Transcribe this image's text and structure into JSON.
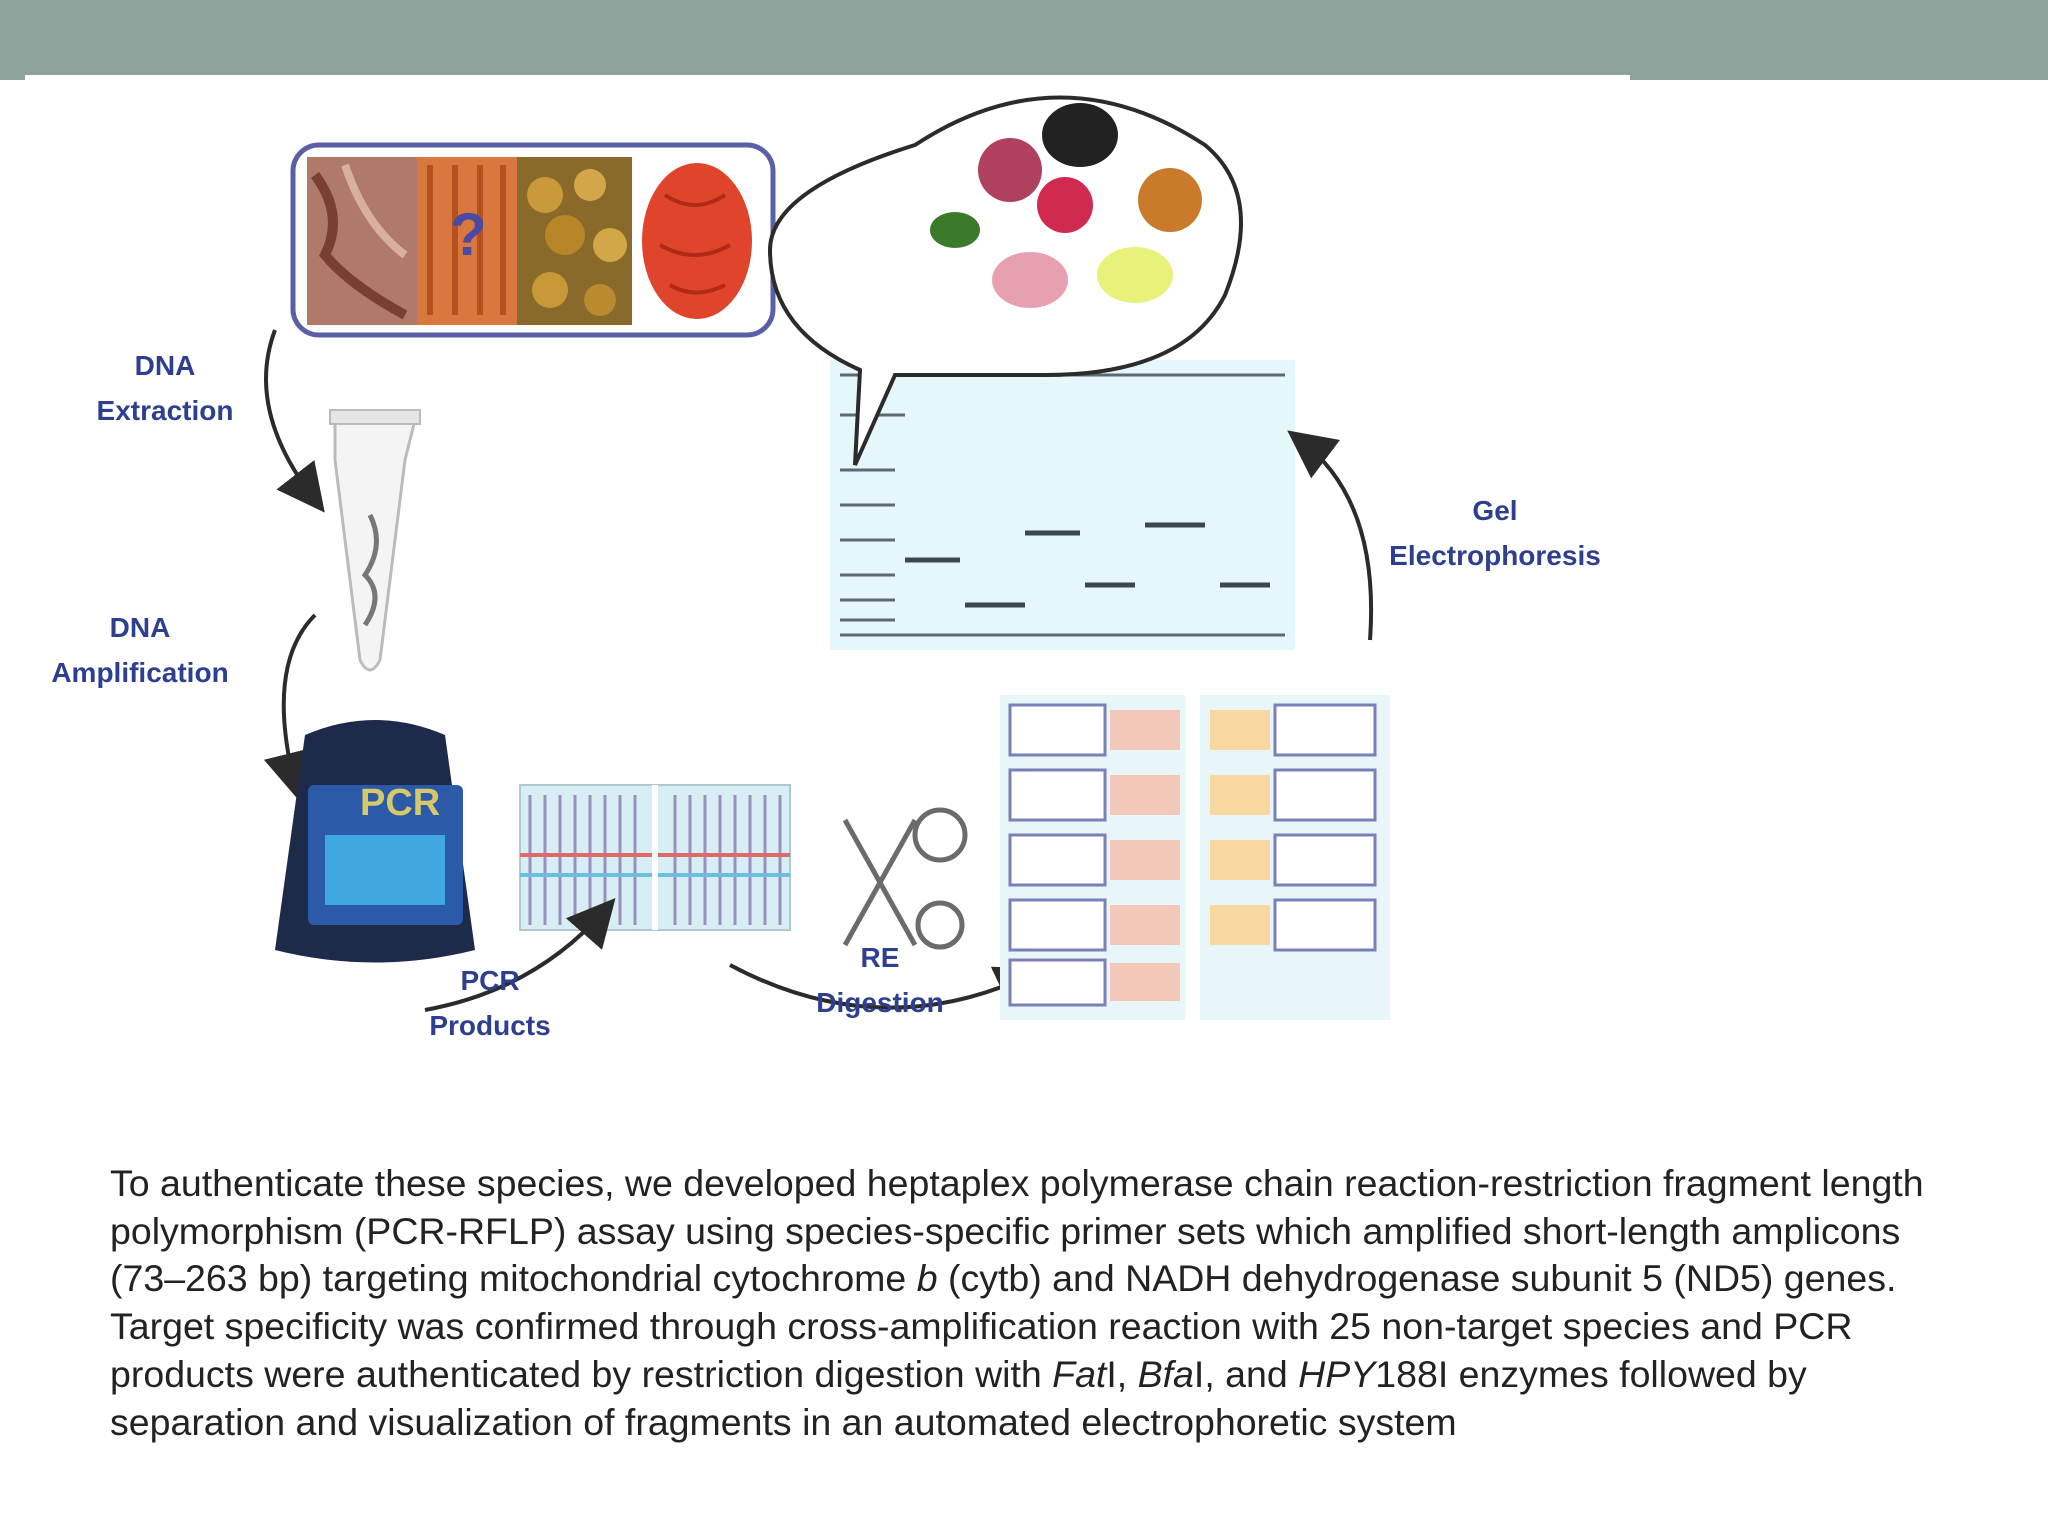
{
  "figure": {
    "step_dna_extraction_line1": "DNA",
    "step_dna_extraction_line2": "Extraction",
    "step_dna_amplification_line1": "DNA",
    "step_dna_amplification_line2": "Amplification",
    "pcr_machine_label": "PCR",
    "step_pcr_products_line1": "PCR",
    "step_pcr_products_line2": "Products",
    "step_re_digestion_line1": "RE",
    "step_re_digestion_line2": "Digestion",
    "step_gel_line1": "Gel",
    "step_gel_line2": "Electrophoresis",
    "question_mark": "?"
  },
  "caption": {
    "part1": "To authenticate these species, we developed heptaplex polymerase chain reaction-restriction fragment length polymorphism (PCR-RFLP) assay using species-specific primer sets which amplified short-length amplicons (73–263 bp) targeting mitochondrial cytochrome ",
    "italic_b": "b",
    "part2": " (cytb) and NADH dehydrogenase subunit 5 (ND5) genes. Target specificity was confirmed through cross-amplification reaction with 25 non-target species and PCR products were authenticated by restriction digestion with ",
    "enzyme1_italic": "Fat",
    "enzyme1_suffix": "I, ",
    "enzyme2_italic": "Bfa",
    "enzyme2_suffix": "I, and ",
    "enzyme3_italic": "HPY",
    "enzyme3_suffix": "188I enzymes followed by separation and visualization of fragments in an automated electrophoretic system"
  },
  "colors": {
    "top_bar": "#8fa19b",
    "label_blue": "#2e3f8f",
    "gel_background": "#e6f7fb",
    "caption_text": "#222222"
  }
}
